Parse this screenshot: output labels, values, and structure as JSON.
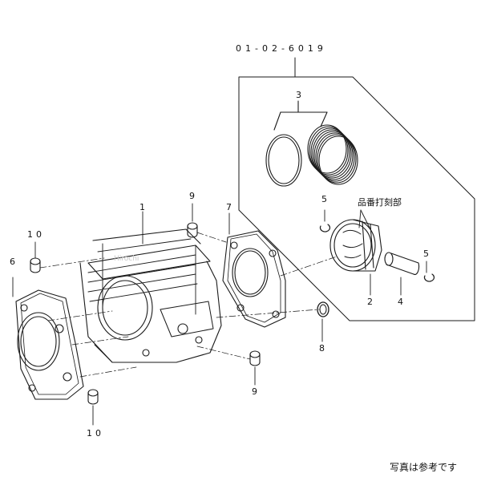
{
  "kit_code": "01-02-6019",
  "parts": {
    "p1": "1",
    "p2": "2",
    "p3": "3",
    "p4": "4",
    "p5a": "5",
    "p5b": "5",
    "p6": "6",
    "p7": "7",
    "p8": "8",
    "p9a": "9",
    "p9b": "9",
    "p10a": "10",
    "p10b": "10"
  },
  "piston_note": "品番打刻部",
  "footer_note": "写真は参考です",
  "watermark": "Hirochi"
}
